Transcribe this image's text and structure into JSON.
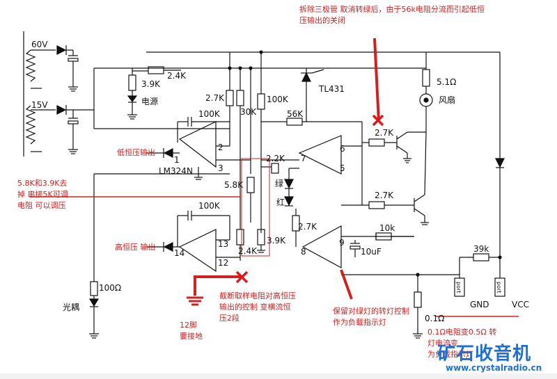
{
  "components": {
    "v60": "60V",
    "v15": "15V",
    "r_2_4k_top": "2.4K",
    "r_3_9k_led": "3.9K",
    "power_led": "电源",
    "r_2_7k_a": "2.7K",
    "r_30k": "30K",
    "r_100k_div": "100K",
    "tl431": "TL431",
    "r_5_1ohm": "5.1Ω",
    "fan": "风扇",
    "r_100k_fb1": "100K",
    "r_56k": "56K",
    "r_2_7k_q1": "2.7K",
    "pin2": "2",
    "pin3": "3",
    "pin1": "1",
    "lm324": "LM324N",
    "low_cv_out": "低恒压输出",
    "r_2_2k": "2.2K",
    "pin6": "6",
    "pin7": "7",
    "pin5": "5",
    "r_5_8k": "5.8K",
    "led_green": "绿",
    "led_red": "红",
    "r_2_7k_q2": "2.7K",
    "r_2_7k_b": "2.7K",
    "r_10k": "10k",
    "r_100k_fb2": "100K",
    "pin13": "13",
    "pin12": "12",
    "pin14": "14",
    "high_cv_out": "高恒压 输出",
    "r_2_4k_bot": "2.4K",
    "r_3_9k_bot": "3.9K",
    "pin9": "9",
    "pin8": "8",
    "cap_10uf": "10uF",
    "r_39k": "39k",
    "r_100ohm": "100Ω",
    "optocoupler": "光耦",
    "r_0_1ohm": "0.1Ω",
    "gnd": "GND",
    "vcc": "VCC",
    "port_gnd": "port",
    "port_vcc": "port"
  },
  "annotations": {
    "remove_transistor": [
      "拆除三极管 取消转绿后，由于56k电阻分流而引起低恒",
      "压输出的关闭"
    ],
    "replace_resistor": [
      "5.8K和3.9K去",
      "掉  串接5K可调",
      "电阻   可以调压"
    ],
    "cut_sampling": [
      "截断取样电阻对高恒压",
      "输出的控制  变横流恒",
      "压2段"
    ],
    "pin12_ground": [
      "12脚",
      "要接地"
    ],
    "keep_green": [
      "保留对绿灯的转灯控制",
      "作为负载指示灯"
    ],
    "shunt_change": [
      "0.1Ω电阻变0.5Ω  转",
      "灯电流变",
      "为负载指示灯"
    ]
  },
  "watermark": {
    "title": "矿石收音机",
    "url": "www.crystalradio.cn"
  },
  "colors": {
    "ink": "#111111",
    "annotation": "#d02020",
    "mark": "#e01818",
    "watermark": "#1f6fd0"
  }
}
